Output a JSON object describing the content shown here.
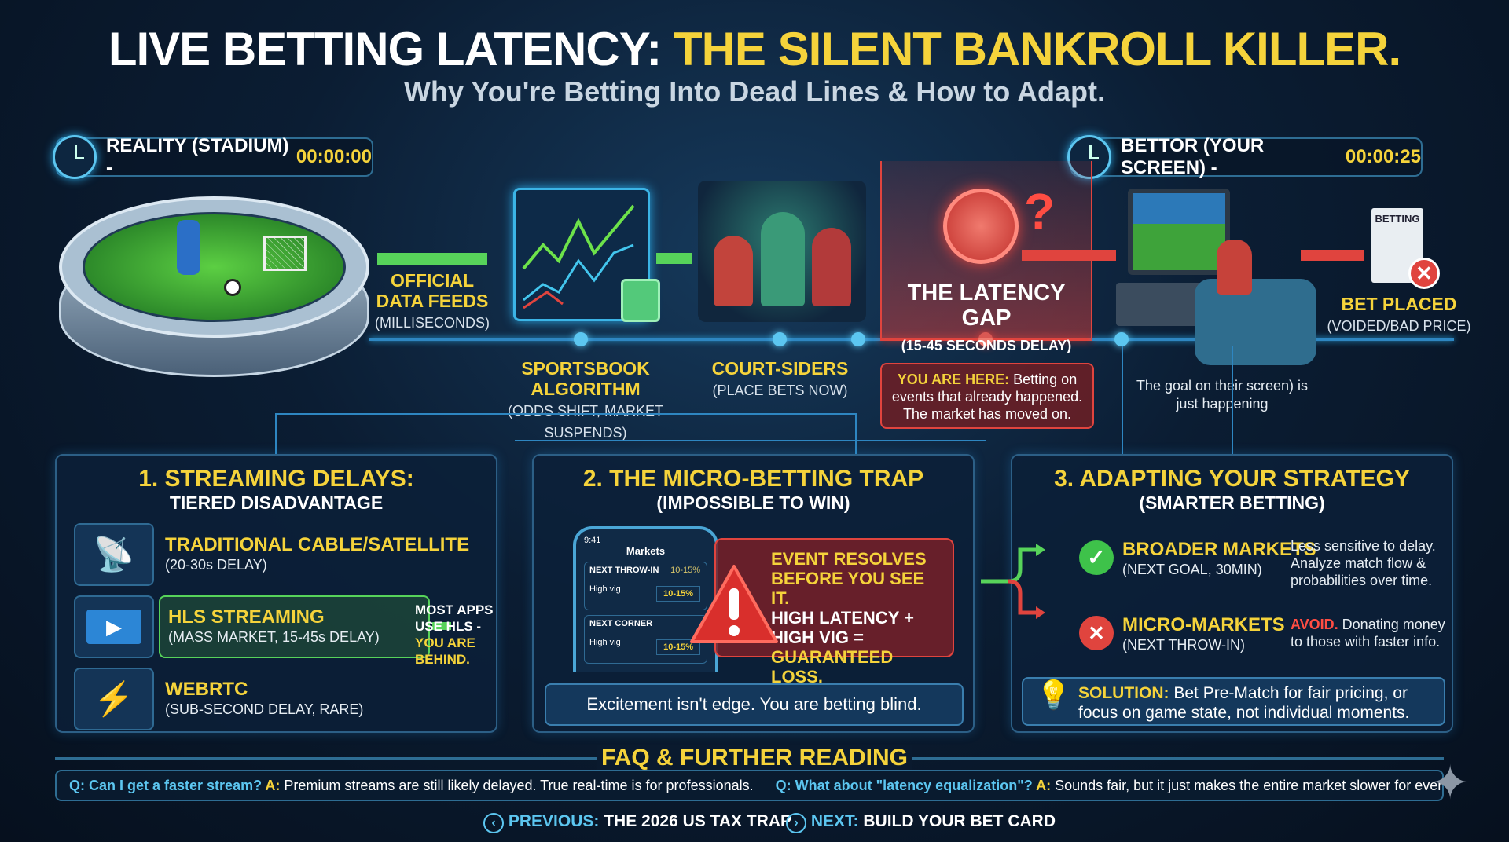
{
  "header": {
    "title_white": "LIVE BETTING LATENCY: ",
    "title_yellow": "THE SILENT BANKROLL KILLER.",
    "subtitle": "Why You're Betting Into Dead Lines & How to Adapt."
  },
  "timeline": {
    "reality": {
      "label": "REALITY (STADIUM) - ",
      "time": "00:00:00"
    },
    "bettor": {
      "label": "BETTOR (YOUR SCREEN) - ",
      "time": "00:00:25"
    },
    "feeds": {
      "title": "OFFICIAL DATA FEEDS",
      "sub": "(MILLISECONDS)"
    },
    "algorithm": {
      "title": "SPORTSBOOK ALGORITHM",
      "sub": "(ODDS SHIFT, MARKET SUSPENDS)"
    },
    "courtsiders": {
      "title": "COURT-SIDERS",
      "sub": "(PLACE BETS NOW)"
    },
    "gap": {
      "title": "THE LATENCY GAP",
      "sub": "(15-45 SECONDS DELAY)"
    },
    "you_are_here": {
      "label": "YOU ARE HERE:",
      "text": " Betting on events that already happened. The market has moved on."
    },
    "goal_note": "The goal on their screen) is just happening",
    "slip_label": "BETTING",
    "bet_placed": {
      "title": "BET PLACED",
      "sub": "(VOIDED/BAD PRICE)"
    }
  },
  "panel1": {
    "title": "1. STREAMING DELAYS:",
    "subtitle": "TIERED DISADVANTAGE",
    "rows": [
      {
        "title": "TRADITIONAL CABLE/SATELLITE",
        "sub": "(20-30s DELAY)",
        "icon": "satellite-dish-icon"
      },
      {
        "title": "HLS STREAMING",
        "sub": "(MASS MARKET, 15-45s DELAY)",
        "icon": "play-icon"
      },
      {
        "title": "WEBRTC",
        "sub": "(SUB-SECOND DELAY, RARE)",
        "icon": "lightning-icon"
      }
    ],
    "callout_white": "MOST APPS USE HLS - ",
    "callout_yellow": "YOU ARE BEHIND."
  },
  "panel2": {
    "title": "2. THE MICRO-BETTING TRAP",
    "subtitle": "(IMPOSSIBLE TO WIN)",
    "phone": {
      "time": "9:41",
      "header": "Markets",
      "markets": [
        {
          "name": "NEXT THROW-IN",
          "odds": "10-15%",
          "vig_label": "High vig",
          "vig": "10-15%"
        },
        {
          "name": "NEXT CORNER",
          "vig_label": "High vig",
          "vig": "10-15%"
        }
      ]
    },
    "warning_yellow1": "EVENT RESOLVES BEFORE YOU SEE IT.",
    "warning_white": "HIGH LATENCY + HIGH VIG =",
    "warning_yellow2": "GUARANTEED LOSS.",
    "footer": "Excitement isn't edge. You are betting blind."
  },
  "panel3": {
    "title": "3. ADAPTING YOUR STRATEGY",
    "subtitle": "(SMARTER BETTING)",
    "rows": [
      {
        "title": "BROADER MARKETS",
        "sub": "(NEXT GOAL, 30MIN)",
        "note": "Less sensitive to delay. Analyze match flow & probabilities over time.",
        "status": "good"
      },
      {
        "title": "MICRO-MARKETS",
        "sub": "(NEXT THROW-IN)",
        "note_red": "AVOID.",
        "note": " Donating money to those with faster info.",
        "status": "bad"
      }
    ],
    "solution_label": "SOLUTION:",
    "solution_text": " Bet Pre-Match for fair pricing, or focus on game state, not individual moments."
  },
  "faq": {
    "title": "FAQ & FURTHER READING",
    "items": [
      {
        "q": "Q: Can I get a faster stream?",
        "a_label": " A:",
        "a": " Premium streams are still likely delayed. True real-time is for professionals."
      },
      {
        "q": "Q: What about \"latency equalization\"?",
        "a_label": " A:",
        "a": " Sounds fair, but it just makes the entire market slower for everyone."
      }
    ]
  },
  "nav": {
    "prev_label": "PREVIOUS:",
    "prev": " THE 2026 US TAX TRAP",
    "next_label": "NEXT:",
    "next": " BUILD YOUR BET CARD"
  },
  "colors": {
    "accent": "#f5d33b",
    "cyan": "#5cc6f0",
    "danger": "#e0443e",
    "success": "#3ec24a",
    "background": "#0b1d33"
  }
}
